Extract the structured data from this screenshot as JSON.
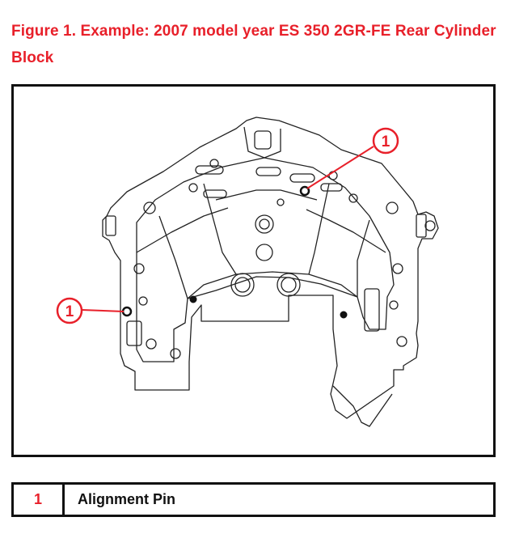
{
  "figure": {
    "caption": "Figure 1. Example: 2007 model year ES 350 2GR-FE Rear Cylinder Block",
    "callouts": [
      {
        "label": "1"
      },
      {
        "label": "1"
      }
    ]
  },
  "legend": {
    "rows": [
      {
        "number": "1",
        "description": "Alignment Pin"
      }
    ]
  },
  "colors": {
    "accent": "#e8202a",
    "line": "#111111"
  }
}
